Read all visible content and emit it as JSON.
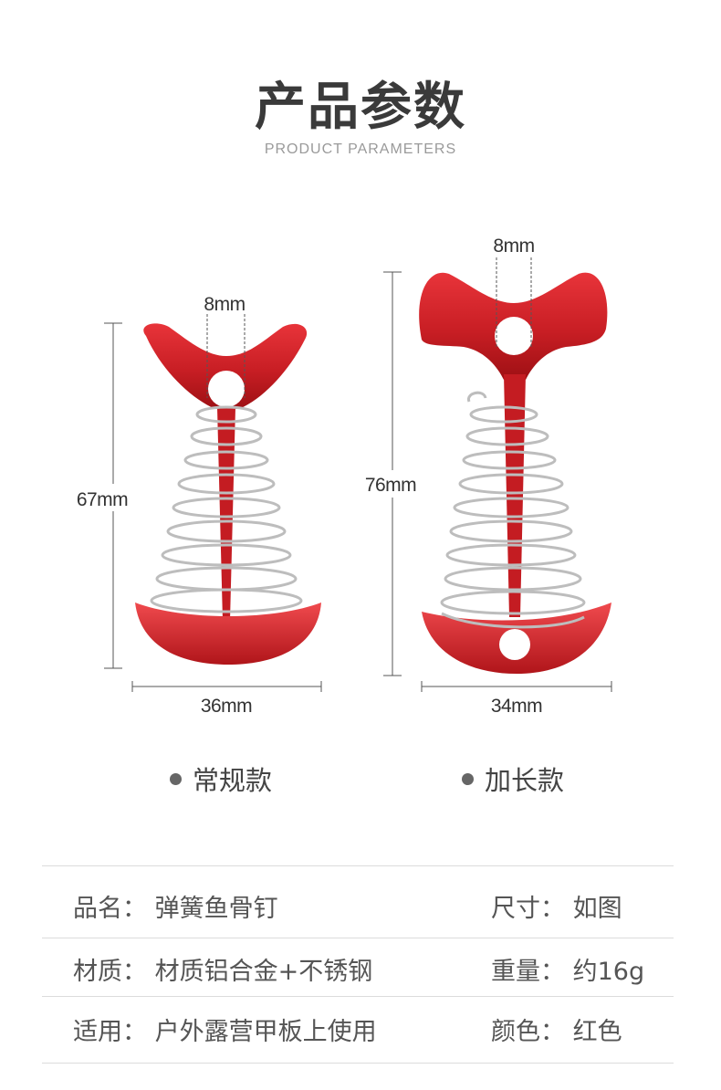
{
  "header": {
    "title": "产品参数",
    "subtitle": "PRODUCT PARAMETERS"
  },
  "products": [
    {
      "name": "常规款",
      "hole": "8mm",
      "height": "67mm",
      "width": "36mm"
    },
    {
      "name": "加长款",
      "hole": "8mm",
      "height": "76mm",
      "width": "34mm"
    }
  ],
  "colors": {
    "anodized_red": "#cc1f24",
    "spring": "#c9c9c9",
    "title": "#3a3a3a"
  },
  "specs": [
    {
      "left_label": "品名",
      "left_value": "弹簧鱼骨钉",
      "right_label": "尺寸",
      "right_value": "如图"
    },
    {
      "left_label": "材质",
      "left_value": "材质铝合金+不锈钢",
      "right_label": "重量",
      "right_value": "约16g"
    },
    {
      "left_label": "适用",
      "left_value": "户外露营甲板上使用",
      "right_label": "颜色",
      "right_value": "红色"
    }
  ]
}
